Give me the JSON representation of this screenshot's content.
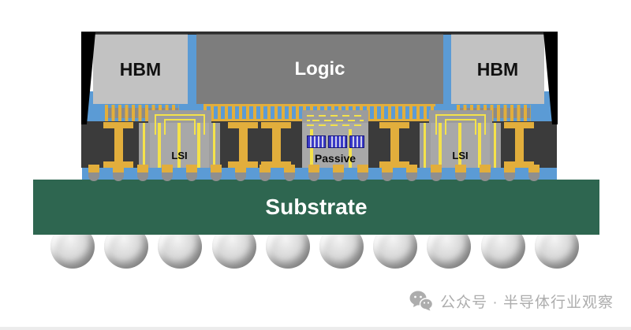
{
  "diagram": {
    "chips": {
      "hbm_left": "HBM",
      "logic": "Logic",
      "hbm_right": "HBM",
      "lsi_left": "LSI",
      "lsi_right": "LSI",
      "passive": "Passive",
      "substrate": "Substrate"
    },
    "counts": {
      "solder_balls": 10,
      "c4_bumps": 19,
      "tiv_pillars": 5
    },
    "colors": {
      "hbm": "#c2c2c2",
      "logic": "#7d7d7d",
      "underfill": "#5b9bd5",
      "mold_dark": "#3b3b3b",
      "mold_edge": "#000000",
      "gold": "#e2ae3c",
      "trace_yellow": "#f4e24a",
      "die_gray": "#a8a8a8",
      "cap_blue": "#3a3ac8",
      "substrate_green": "#2e6650",
      "ball_gray": "#c9c9c9",
      "watermark_gray": "#adadad"
    }
  },
  "watermark": {
    "text": "公众号 · 半导体行业观察"
  }
}
